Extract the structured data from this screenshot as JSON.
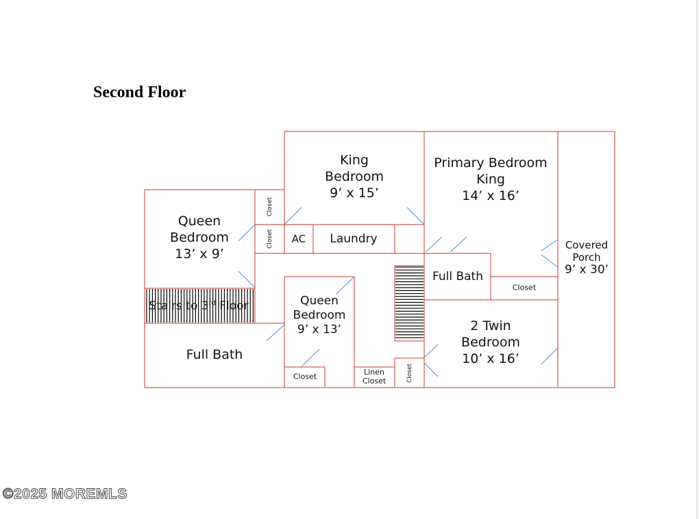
{
  "title": "Second Floor",
  "colors": {
    "wall": "#c0392b",
    "door": "#4a90d9",
    "stair": "#000000"
  },
  "rooms": {
    "king_bedroom": {
      "line1": "King",
      "line2": "Bedroom",
      "size": "9’ x 15’"
    },
    "primary_bedroom": {
      "line1": "Primary Bedroom",
      "line2": "King",
      "size": "14’ x 16’"
    },
    "queen_bedroom_left": {
      "line1": "Queen",
      "line2": "Bedroom",
      "size": "13’ x 9’"
    },
    "queen_bedroom_center": {
      "line1": "Queen",
      "line2": "Bedroom",
      "size": "9’ x 13’"
    },
    "twin_bedroom": {
      "line1": "2 Twin",
      "line2": "Bedroom",
      "size": "10’ x 16’"
    },
    "covered_porch": {
      "line1": "Covered",
      "line2": "Porch",
      "size": "9’ x 30’"
    },
    "full_bath_left": "Full Bath",
    "full_bath_right": "Full Bath",
    "laundry": "Laundry",
    "ac": "AC",
    "closet_label": "Closet",
    "linen_closet": {
      "line1": "Linen",
      "line2": "Closet"
    },
    "stairs": {
      "text": "Stairs to 3",
      "sup": "rd",
      "suffix": " Floor"
    }
  },
  "watermark": "©2025 MOREMLS"
}
